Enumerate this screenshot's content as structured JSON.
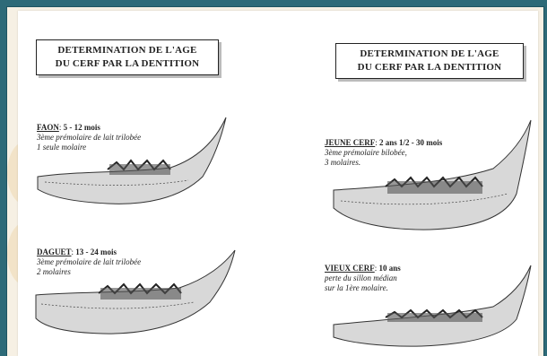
{
  "left_title": {
    "line1": "DETERMINATION DE L'AGE",
    "line2": "DU CERF PAR LA DENTITION"
  },
  "right_title": {
    "line1": "DETERMINATION DE L'AGE",
    "line2": "DU CERF PAR LA DENTITION"
  },
  "stages": [
    {
      "name": "FAON",
      "sep": ": ",
      "age": "5 - 12 mois",
      "desc1": "3ème prémolaire de lait trilobée",
      "desc2": "1 seule molaire"
    },
    {
      "name": "DAGUET",
      "sep": ": ",
      "age": "13 - 24 mois",
      "desc1": "3ème prémolaire de lait trilobée",
      "desc2": "2 molaires"
    },
    {
      "name": "JEUNE CERF",
      "sep": ": ",
      "age": "2 ans 1/2 - 30 mois",
      "desc1": "3ème prémolaire bilobée,",
      "desc2": "3 molaires."
    },
    {
      "name": "VIEUX CERF",
      "sep": ": ",
      "age": "10 ans",
      "desc1": "perte du sillon médian",
      "desc2": "sur la 1ère molaire."
    }
  ],
  "colors": {
    "frame": "#2d6a78",
    "paper": "#ffffff",
    "ink": "#222222"
  }
}
